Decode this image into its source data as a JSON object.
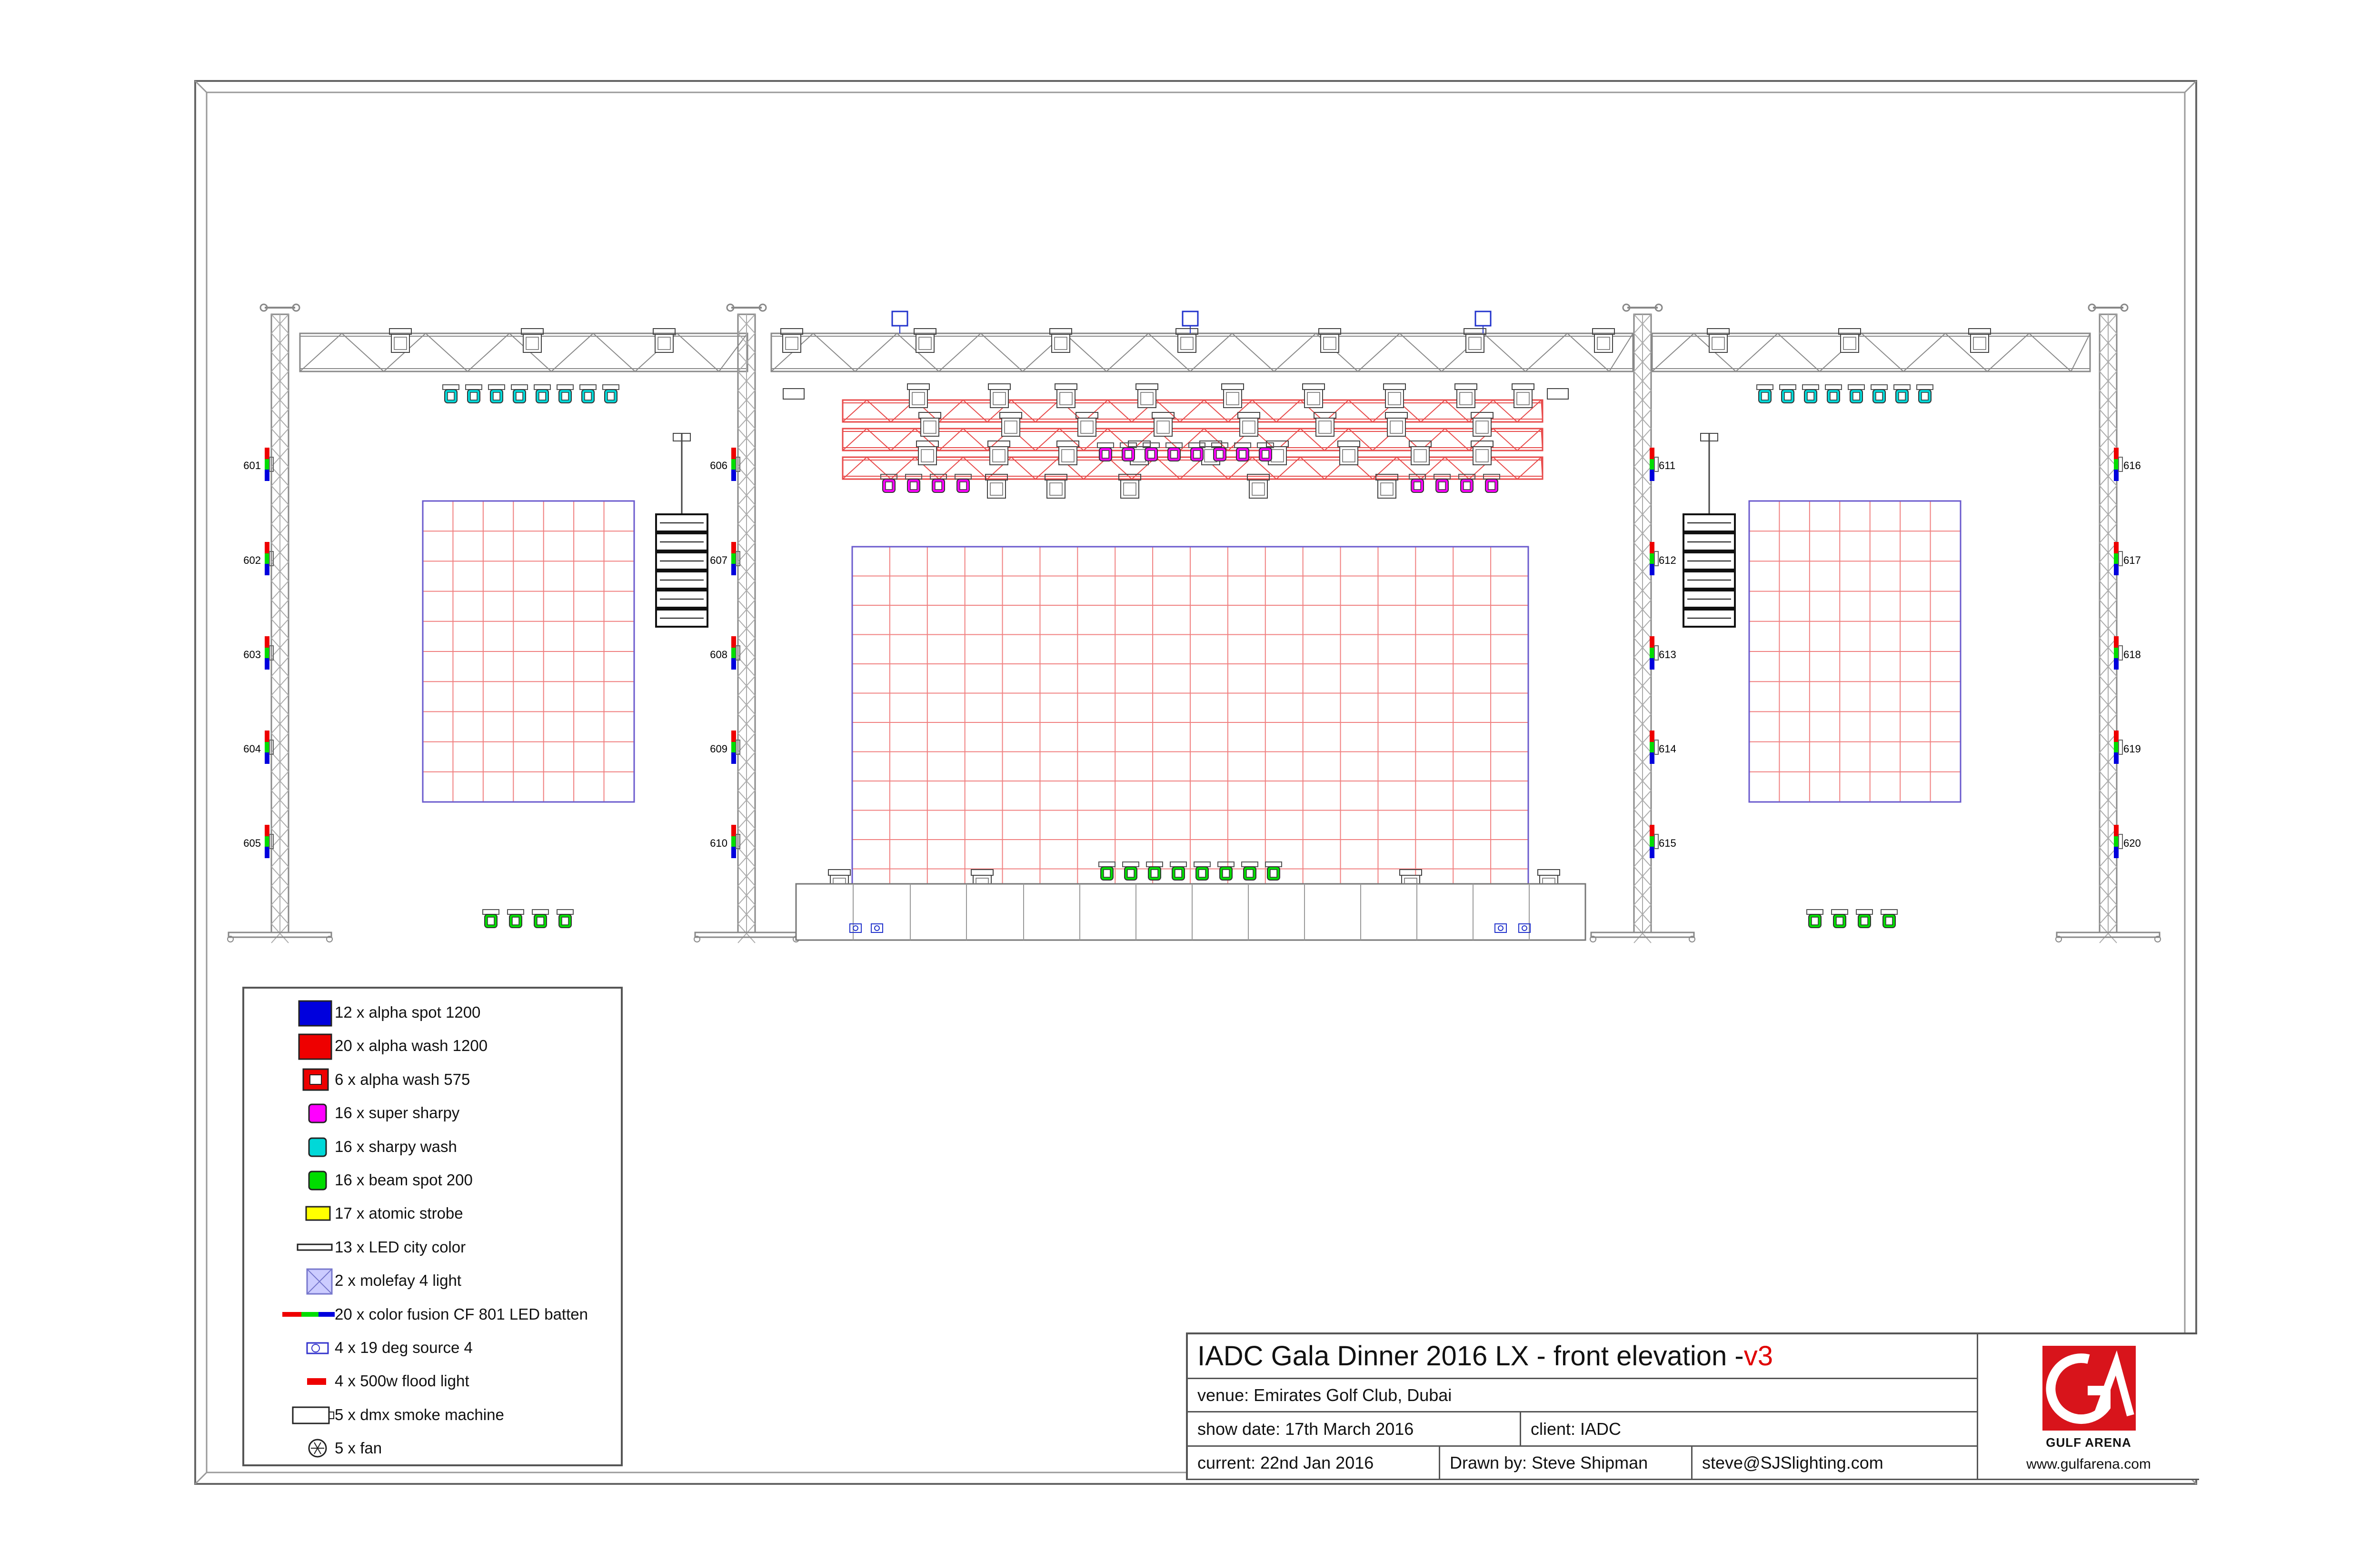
{
  "drawing": {
    "truss_left_labels": [
      "601",
      "602",
      "603",
      "604",
      "605"
    ],
    "truss_606_labels": [
      "606",
      "607",
      "608",
      "609",
      "610"
    ],
    "truss_611_labels": [
      "611",
      "612",
      "613",
      "614",
      "615"
    ],
    "truss_right_labels": [
      "616",
      "617",
      "618",
      "619",
      "620"
    ]
  },
  "legend": {
    "items": [
      {
        "label": "12 x alpha spot 1200",
        "icon": "alpha-spot-icon",
        "color": "#0000dd"
      },
      {
        "label": "20 x alpha wash 1200",
        "icon": "alpha-wash-1200-icon",
        "color": "#ee0000"
      },
      {
        "label": "6 x alpha wash 575",
        "icon": "alpha-wash-575-icon",
        "color": "#ee0000"
      },
      {
        "label": "16 x super sharpy",
        "icon": "super-sharpy-icon",
        "color": "#ff00ff"
      },
      {
        "label": "16 x sharpy wash",
        "icon": "sharpy-wash-icon",
        "color": "#00d8d8"
      },
      {
        "label": "16 x beam spot 200",
        "icon": "beam-spot-icon",
        "color": "#00dd00"
      },
      {
        "label": "17 x atomic strobe",
        "icon": "atomic-strobe-icon",
        "color": "#ffff00"
      },
      {
        "label": "13 x LED city color",
        "icon": "led-city-color-icon",
        "color": "#ffffff"
      },
      {
        "label": "2 x molefay 4 light",
        "icon": "molefay-icon",
        "color": "#9999ee"
      },
      {
        "label": "20 x color fusion CF 801 LED batten",
        "icon": "led-batten-icon",
        "color": "#ee0000"
      },
      {
        "label": "4 x 19 deg source 4",
        "icon": "source-four-icon",
        "color": "#3333cc"
      },
      {
        "label": "4 x 500w flood light",
        "icon": "flood-light-icon",
        "color": "#ee0000"
      },
      {
        "label": "5 x dmx smoke machine",
        "icon": "smoke-machine-icon",
        "color": "#ffffff"
      },
      {
        "label": "5 x fan",
        "icon": "fan-icon",
        "color": "#ffffff"
      }
    ]
  },
  "title_block": {
    "title": "IADC Gala Dinner 2016 LX - front elevation - ",
    "version": "v3",
    "venue": "venue: Emirates Golf Club, Dubai",
    "show_date": "show date: 17th March 2016",
    "client": "client: IADC",
    "current": "current: 22nd Jan 2016",
    "drawn_by": "Drawn by: Steve Shipman",
    "email": "steve@SJSlighting.com",
    "logo_text": "GULF ARENA",
    "logo_url": "www.gulfarena.com"
  }
}
